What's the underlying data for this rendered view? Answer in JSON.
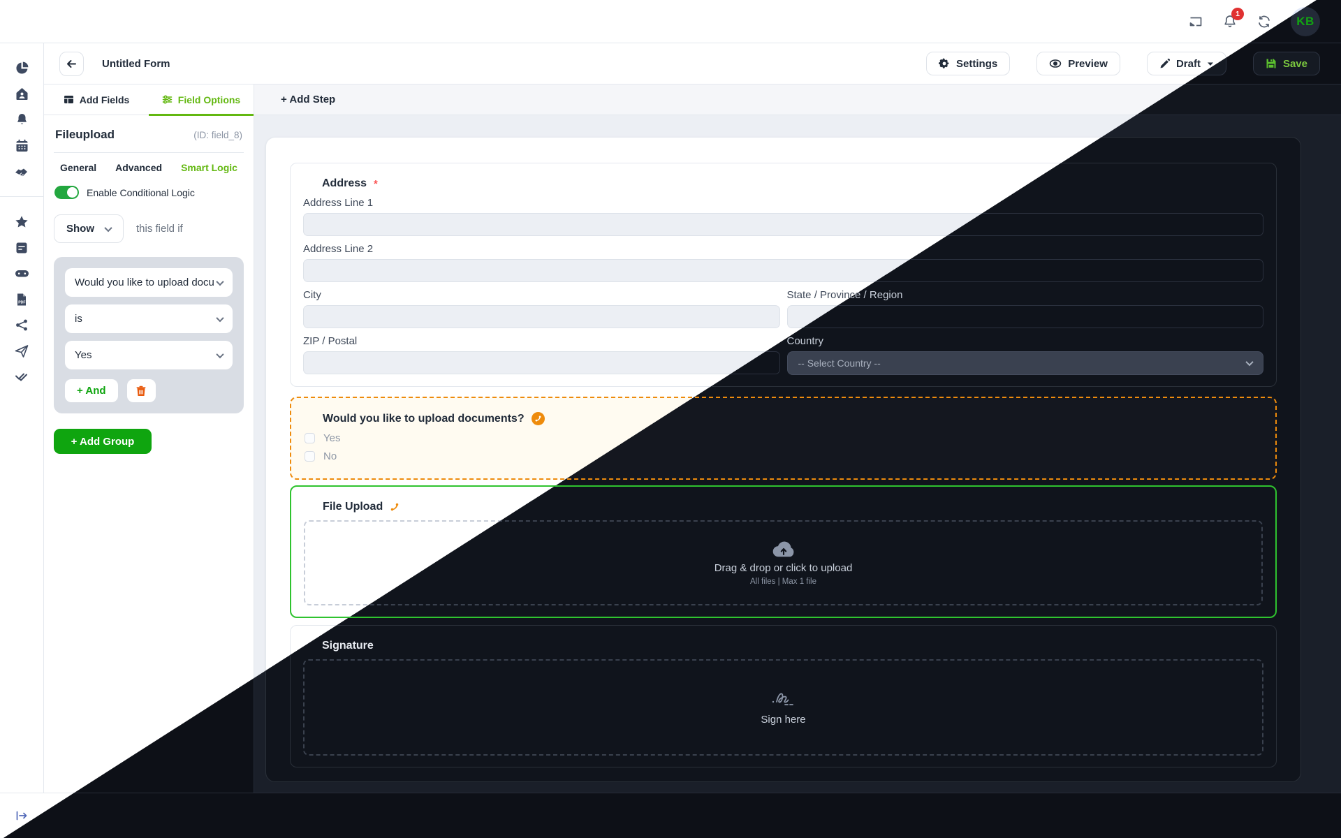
{
  "topbar": {
    "notification_count": "1",
    "avatar_initials": "KB"
  },
  "header": {
    "title": "Untitled Form",
    "settings": "Settings",
    "preview": "Preview",
    "draft": "Draft",
    "save": "Save"
  },
  "panel": {
    "tabs": {
      "add_fields": "Add Fields",
      "field_options": "Field Options"
    },
    "field_name": "Fileupload",
    "field_id": "(ID: field_8)",
    "subtabs": {
      "general": "General",
      "advanced": "Advanced",
      "smart_logic": "Smart Logic"
    },
    "conditional_toggle_label": "Enable Conditional Logic",
    "action_value": "Show",
    "action_suffix": "this field if",
    "condition": {
      "field_value": "Would you like to upload docum",
      "operator_value": "is",
      "value": "Yes",
      "and_button": "+ And"
    },
    "add_group_button": "+ Add Group"
  },
  "canvas": {
    "add_step": "+ Add Step",
    "address": {
      "title": "Address",
      "required": "*",
      "line1": "Address Line 1",
      "line2": "Address Line 2",
      "city": "City",
      "state": "State / Province / Region",
      "zip": "ZIP / Postal",
      "country": "Country",
      "country_value": "-- Select Country --"
    },
    "question": {
      "title": "Would you like to upload documents?",
      "options": [
        "Yes",
        "No"
      ]
    },
    "upload": {
      "title": "File Upload",
      "drop_text": "Drag & drop or click to upload",
      "hint": "All files | Max 1 file"
    },
    "signature": {
      "title": "Signature",
      "placeholder": "Sign here"
    }
  },
  "colors": {
    "accent_green": "#0fa50f",
    "lime_green": "#63b811",
    "toggle_green": "#23a73f",
    "upload_border_green": "#2fc32f",
    "orange": "#ee8b0c",
    "notification_red": "#e03131",
    "trash_orange": "#e8590c"
  }
}
